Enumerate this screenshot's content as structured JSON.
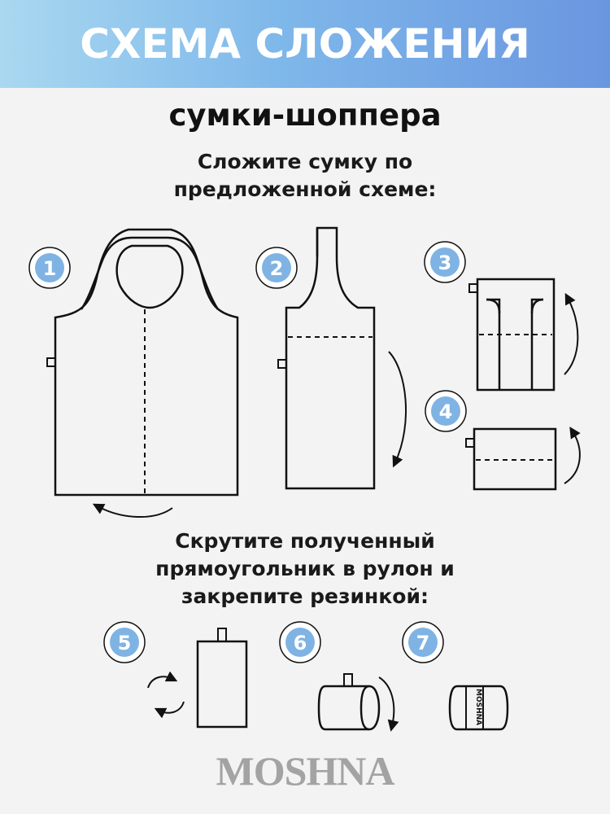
{
  "header": {
    "title": "СХЕМА СЛОЖЕНИЯ"
  },
  "subtitle": "сумки-шоппера",
  "instruction_1": [
    "Сложите сумку по",
    "предложенной схеме:"
  ],
  "instruction_2": [
    "Скрутите полученный",
    "прямоугольник в рулон и",
    "закрепите резинкой:"
  ],
  "steps": [
    "1",
    "2",
    "3",
    "4",
    "5",
    "6",
    "7"
  ],
  "bag_label": "MOSHNA",
  "brand": "MOSHNA",
  "colors": {
    "banner_start": "#a9d8f0",
    "banner_end": "#6a96e0",
    "badge_fill": "#7fb3e3",
    "line": "#111111",
    "brand_text": "#a3a3a3"
  },
  "icons": [
    "curved-arrow-icon",
    "rotate-arrows-icon",
    "number-badge-icon"
  ]
}
